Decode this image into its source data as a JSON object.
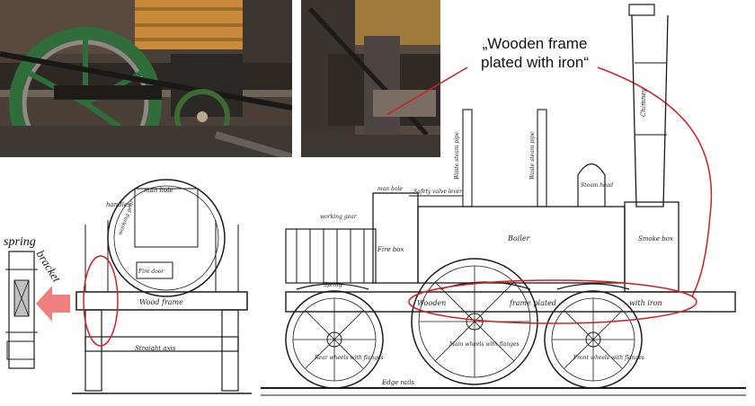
{
  "callout": {
    "line1": "„Wooden frame",
    "line2": "plated with iron“"
  },
  "side_detail": {
    "spring": "spring",
    "bracket": "bracket"
  },
  "end_view": {
    "handles": "handles",
    "man_hole": "man hole",
    "working_gear": "working gear",
    "wood_frame": "Wood  frame",
    "straight_axis": "Straight axis",
    "firebox_door": "Fire door"
  },
  "side_view": {
    "chimney": "Chimney",
    "smoke_box": "Smoke box",
    "steam_head": "Steam head",
    "waste_steam_pipe_1": "Waste steam pipe",
    "waste_steam_pipe_2": "Waste steam pipe",
    "safety_valve_lever": "Safety valve lever",
    "man_hole": "man hole",
    "working_gear": "working gear",
    "fire_box": "Fire box",
    "boiler": "Boiler",
    "wooden": "Wooden",
    "frame_plated": "frame  plated",
    "with_iron": "with  iron",
    "spring": "Spring",
    "edge_rails": "Edge rails",
    "driving_wheels": "Main wheels with flanges",
    "front_wheels": "Front wheels with flanges",
    "rear_wheels": "Rear wheels with flanges"
  },
  "colors": {
    "annotation_red": "#d42020",
    "arrow_pink": "#f08080",
    "ink": "#1a1a1a"
  }
}
